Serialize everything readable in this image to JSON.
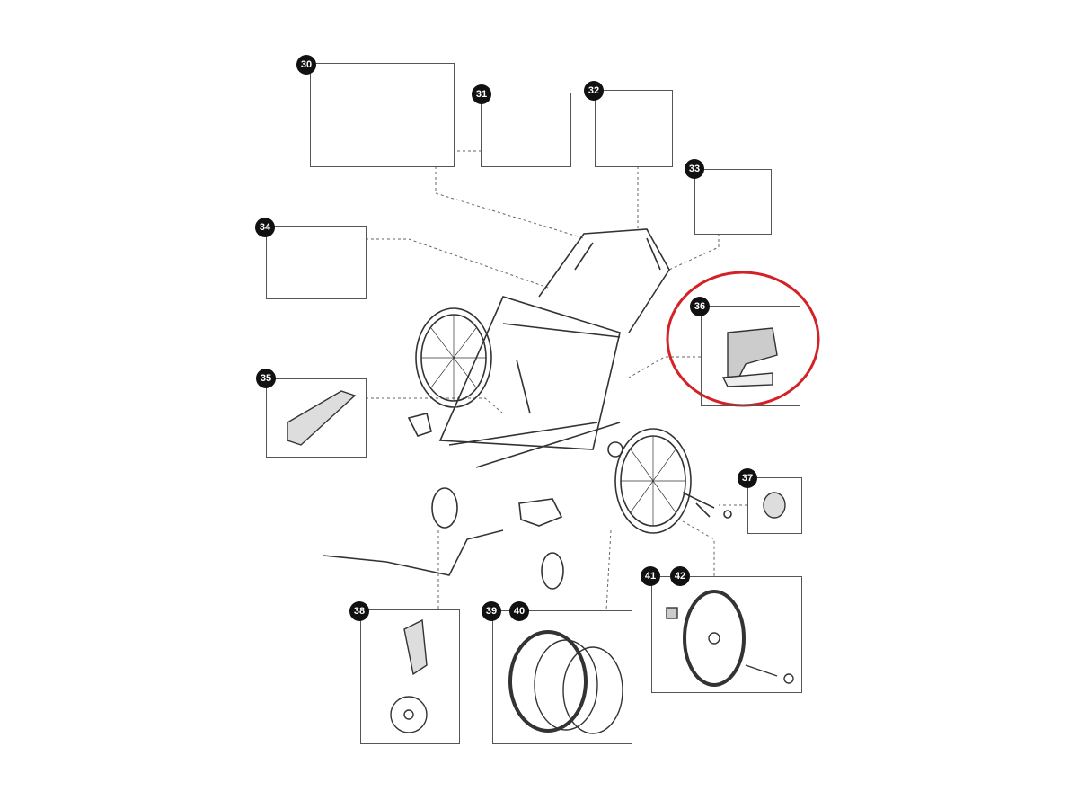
{
  "parts": [
    {
      "id": "30",
      "label": "30"
    },
    {
      "id": "31",
      "label": "31"
    },
    {
      "id": "32",
      "label": "32"
    },
    {
      "id": "33",
      "label": "33"
    },
    {
      "id": "34",
      "label": "34"
    },
    {
      "id": "35",
      "label": "35"
    },
    {
      "id": "36",
      "label": "36"
    },
    {
      "id": "37",
      "label": "37"
    },
    {
      "id": "38",
      "label": "38"
    },
    {
      "id": "39",
      "label": "39"
    },
    {
      "id": "40",
      "label": "40"
    },
    {
      "id": "41",
      "label": "41"
    },
    {
      "id": "42",
      "label": "42"
    }
  ],
  "highlight": {
    "part": "36",
    "color": "#d42027"
  }
}
